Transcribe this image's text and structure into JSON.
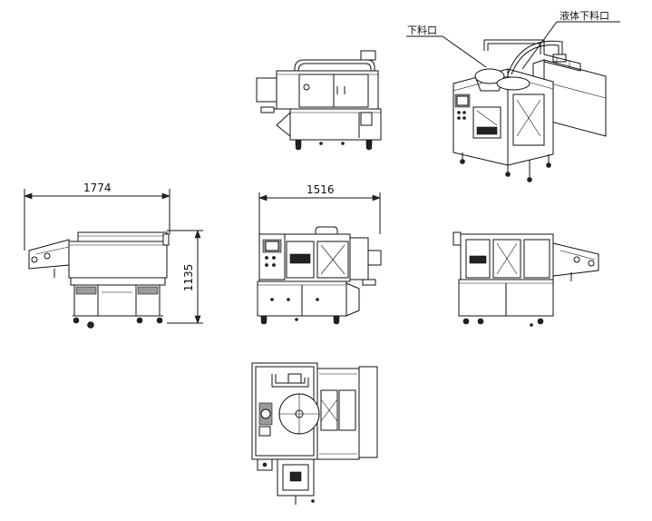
{
  "callouts": {
    "discharge_port": "下料口",
    "liquid_discharge_port": "液体下料口"
  },
  "dimensions": {
    "front_width": "1774",
    "side_width": "1516",
    "height": "1135"
  },
  "colors": {
    "line": "#111111",
    "background": "#ffffff",
    "shade": "#9a9a9a"
  }
}
